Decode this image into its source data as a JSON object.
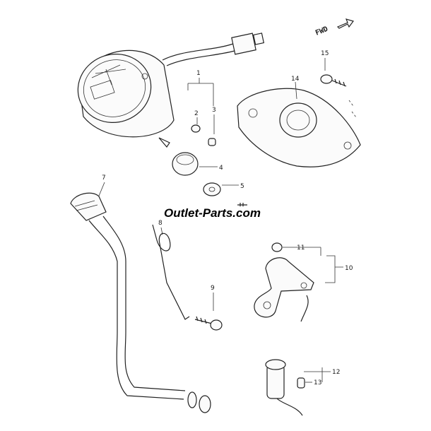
{
  "watermark": "Outlet-Parts.com",
  "direction_label": "FWD",
  "callouts": [
    "1",
    "2",
    "3",
    "4",
    "5",
    "7",
    "8",
    "9",
    "10",
    "11",
    "12",
    "13",
    "14",
    "15"
  ]
}
